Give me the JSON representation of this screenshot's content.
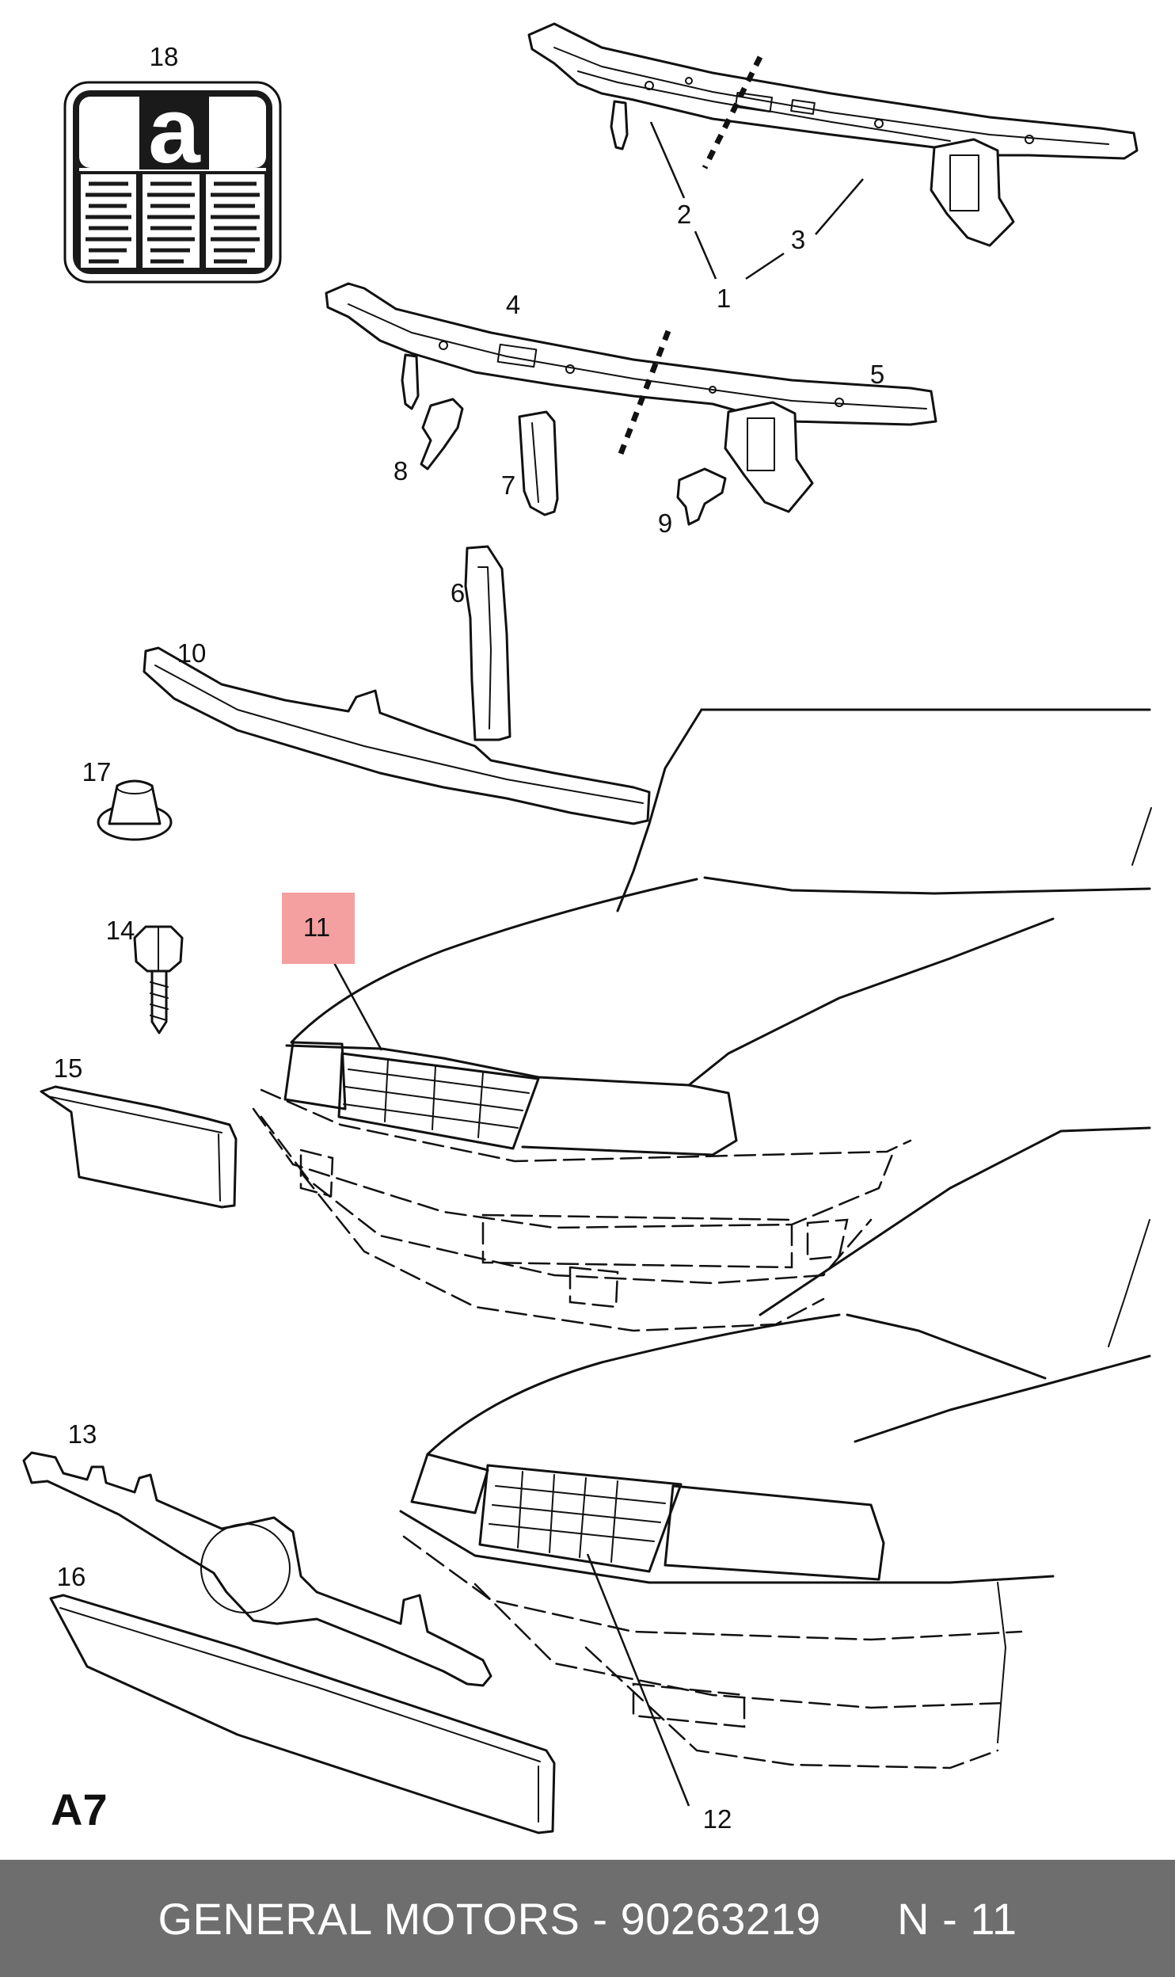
{
  "diagram": {
    "section_label": "A7",
    "highlight_color": "#f4a0a0",
    "callouts": [
      {
        "id": "c1",
        "text": "1"
      },
      {
        "id": "c2",
        "text": "2"
      },
      {
        "id": "c3",
        "text": "3"
      },
      {
        "id": "c4",
        "text": "4"
      },
      {
        "id": "c5",
        "text": "5"
      },
      {
        "id": "c6",
        "text": "6"
      },
      {
        "id": "c7",
        "text": "7"
      },
      {
        "id": "c8",
        "text": "8"
      },
      {
        "id": "c9",
        "text": "9"
      },
      {
        "id": "c10",
        "text": "10"
      },
      {
        "id": "c11",
        "text": "11",
        "highlighted": true
      },
      {
        "id": "c12",
        "text": "12"
      },
      {
        "id": "c13",
        "text": "13"
      },
      {
        "id": "c14",
        "text": "14"
      },
      {
        "id": "c15",
        "text": "15"
      },
      {
        "id": "c16",
        "text": "16"
      },
      {
        "id": "c17",
        "text": "17"
      },
      {
        "id": "c18",
        "text": "18"
      }
    ],
    "label_18_letter": "a"
  },
  "footer": {
    "text": "GENERAL MOTORS - 90263219      N - 11",
    "background": "#6e6e6e",
    "text_color": "#ffffff"
  }
}
